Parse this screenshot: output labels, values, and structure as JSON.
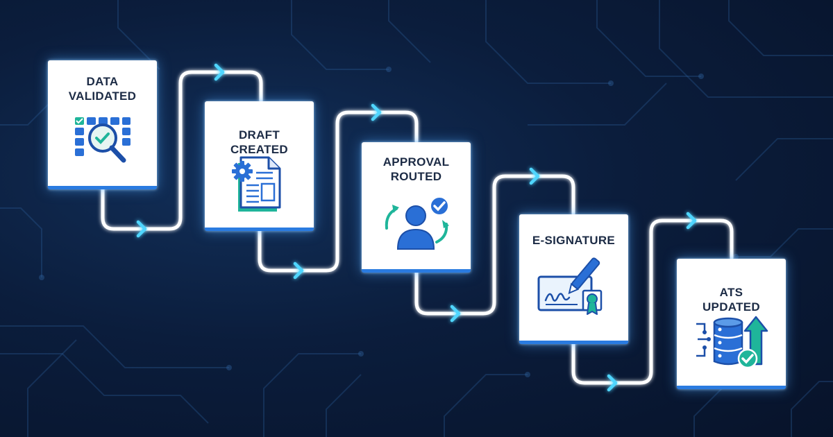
{
  "steps": [
    {
      "id": "data-validated",
      "label": "DATA\nVALIDATED",
      "icon": "grid-magnifier-check-icon"
    },
    {
      "id": "draft-created",
      "label": "DRAFT\nCREATED",
      "icon": "document-gear-icon"
    },
    {
      "id": "approval-routed",
      "label": "APPROVAL\nROUTED",
      "icon": "person-arrows-check-icon"
    },
    {
      "id": "e-signature",
      "label": "E-SIGNATURE",
      "icon": "signature-pen-certificate-icon"
    },
    {
      "id": "ats-updated",
      "label": "ATS\nUPDATED",
      "icon": "database-upload-check-icon"
    }
  ],
  "colors": {
    "background": "#0b1d3c",
    "card": "#ffffff",
    "card_accent": "#2a7be0",
    "connector": "#ffffff",
    "arrow": "#4fd6ff",
    "icon_blue": "#2a6fd6",
    "icon_teal": "#1fb59a",
    "label": "#1c2b45"
  }
}
